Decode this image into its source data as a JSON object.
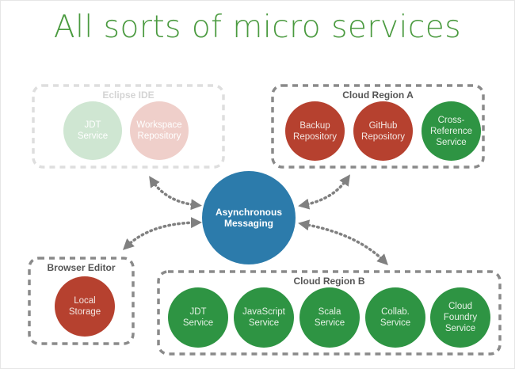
{
  "title": "All sorts of micro services",
  "hub": {
    "label": "Asynchronous\nMessaging"
  },
  "groups": {
    "eclipse_ide": {
      "label": "Eclipse IDE",
      "faded": true,
      "nodes": [
        {
          "label": "JDT\nService",
          "color": "green"
        },
        {
          "label": "Workspace\nRepository",
          "color": "red"
        }
      ]
    },
    "cloud_region_a": {
      "label": "Cloud Region A",
      "nodes": [
        {
          "label": "Backup\nRepository",
          "color": "red"
        },
        {
          "label": "GitHub\nRepository",
          "color": "red"
        },
        {
          "label": "Cross-\nReference\nService",
          "color": "green"
        }
      ]
    },
    "browser_editor": {
      "label": "Browser Editor",
      "nodes": [
        {
          "label": "Local\nStorage",
          "color": "red"
        }
      ]
    },
    "cloud_region_b": {
      "label": "Cloud Region B",
      "nodes": [
        {
          "label": "JDT\nService",
          "color": "green"
        },
        {
          "label": "JavaScript\nService",
          "color": "green"
        },
        {
          "label": "Scala\nService",
          "color": "green"
        },
        {
          "label": "Collab.\nService",
          "color": "green"
        },
        {
          "label": "Cloud\nFoundry\nService",
          "color": "green"
        }
      ]
    }
  },
  "colors": {
    "title": "#4a9a3f",
    "red": "#b6412f",
    "green": "#2e9443",
    "blue": "#2c7bab",
    "dashed_border": "#8a8a8a"
  }
}
